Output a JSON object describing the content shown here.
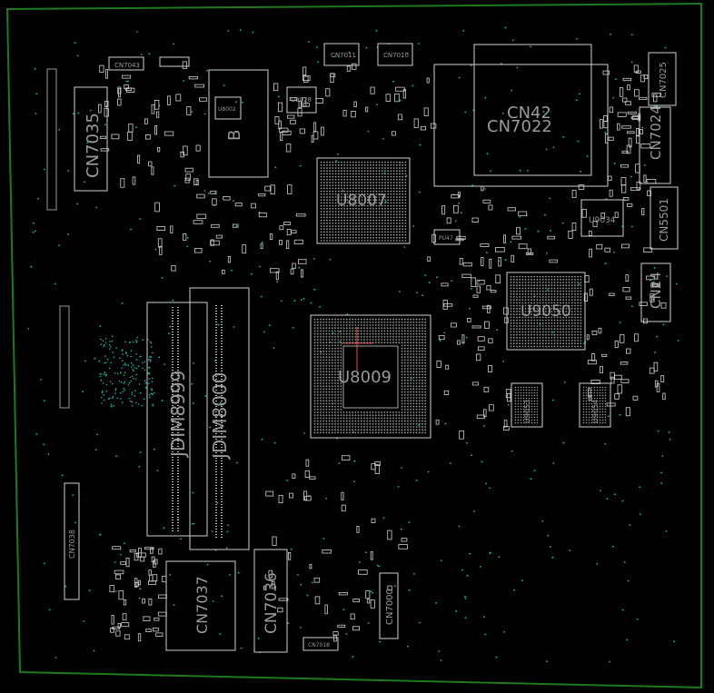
{
  "colors": {
    "background": "#000000",
    "board_edge": "#1f7a1f",
    "silkscreen": "#cfcfcf",
    "label_text": "#9a9a9a",
    "via": "#1fb5a3",
    "cursor": "#e05050"
  },
  "labels": {
    "cn42": "CN42",
    "cn7022": "CN7022",
    "cn7035": "CN7035",
    "cn7024": "CN7024",
    "cn7025": "CN7025",
    "cn5501": "CN5501",
    "cn24": "CN24",
    "u8007": "U8007",
    "u8009": "U8009",
    "u9050": "U9050",
    "u9034": "U9034",
    "u9053": "U9053",
    "u9054": "U9054",
    "jdim8999": "JDIM8999",
    "jdim8000": "JDIM8000",
    "cn7037": "CN7037",
    "cn7036": "CN7036",
    "cn7000": "CN7000",
    "cn7038": "CN7038",
    "cn7018": "CN7018",
    "cn7043": "CN7043",
    "cn7011": "CN7011",
    "cn7010": "CN7010",
    "u8002": "U8002",
    "u9028": "U9028",
    "b": "B",
    "pu47": "PU47"
  }
}
